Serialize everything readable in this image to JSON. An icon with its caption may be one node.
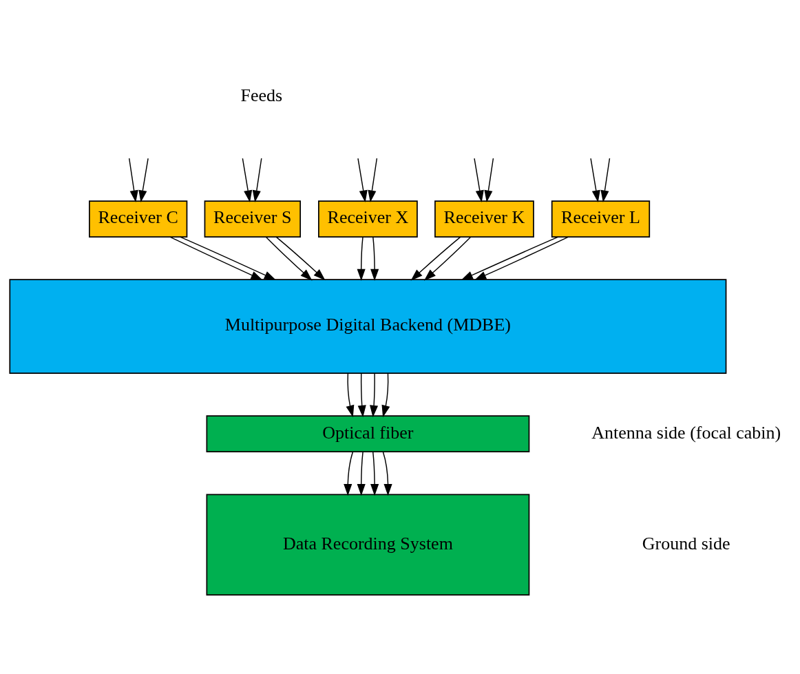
{
  "diagram": {
    "nodes": [
      {
        "text": [
          "Receiver L"
        ]
      },
      {
        "text": [
          "Receiver C"
        ]
      },
      {
        "text": [
          "Receiver S"
        ]
      },
      {
        "text": [
          "Receiver X"
        ]
      },
      {
        "text": [
          "Receiver K"
        ]
      },
      {
        "text": [
          "Multipurpose Digital Backend (MDBE)"
        ]
      },
      {
        "text": [
          "Optical fiber"
        ]
      },
      {
        "text": [
          "Data Recording System"
        ]
      }
    ],
    "edges": [
      {
        "from": null,
        "to": 0,
        "arrow": "to"
      },
      {
        "from": null,
        "to": 0,
        "arrow": "to"
      },
      {
        "from": null,
        "to": 1,
        "arrow": "to"
      },
      {
        "from": null,
        "to": 1,
        "arrow": "to"
      },
      {
        "from": null,
        "to": 2,
        "arrow": "to"
      },
      {
        "from": null,
        "to": 2,
        "arrow": "to"
      },
      {
        "from": null,
        "to": 3,
        "arrow": "to"
      },
      {
        "from": null,
        "to": 3,
        "arrow": "to"
      },
      {
        "from": null,
        "to": 4,
        "arrow": "to"
      },
      {
        "from": null,
        "to": 4,
        "arrow": "to"
      },
      {
        "from": 0,
        "to": 5,
        "arrow": "to"
      },
      {
        "from": 0,
        "to": 5,
        "arrow": "to"
      },
      {
        "from": 1,
        "to": 5,
        "arrow": "to"
      },
      {
        "from": 1,
        "to": 5,
        "arrow": "to"
      },
      {
        "from": 2,
        "to": 5,
        "arrow": "to"
      },
      {
        "from": 2,
        "to": 5,
        "arrow": "to"
      },
      {
        "from": 3,
        "to": 5,
        "arrow": "to"
      },
      {
        "from": 3,
        "to": 5,
        "arrow": "to"
      },
      {
        "from": 4,
        "to": 5,
        "arrow": "to"
      },
      {
        "from": 4,
        "to": 5,
        "arrow": "to"
      },
      {
        "from": 5,
        "to": 6,
        "arrow": "to"
      },
      {
        "from": 5,
        "to": 6,
        "arrow": "to"
      },
      {
        "from": 5,
        "to": 6,
        "arrow": "to"
      },
      {
        "from": 5,
        "to": 6,
        "arrow": "to"
      },
      {
        "from": 6,
        "to": 7,
        "arrow": "to"
      },
      {
        "from": 6,
        "to": 7,
        "arrow": "to"
      },
      {
        "from": 6,
        "to": 7,
        "arrow": "to"
      },
      {
        "from": 6,
        "to": 7,
        "arrow": "to"
      }
    ],
    "labels": [
      "Feeds",
      "Antenna side (focal cabin)",
      "Ground side"
    ]
  }
}
